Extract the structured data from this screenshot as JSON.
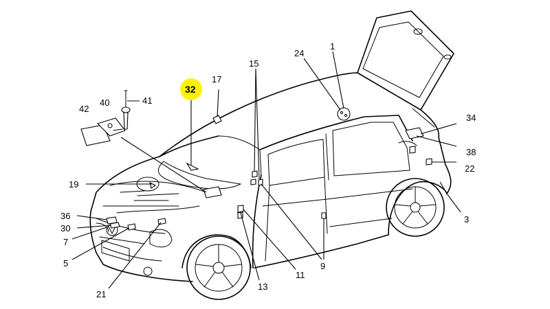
{
  "diagram": {
    "callouts": [
      "1",
      "3",
      "5",
      "7",
      "9",
      "11",
      "13",
      "15",
      "17",
      "19",
      "21",
      "22",
      "24",
      "30",
      "32",
      "34",
      "36",
      "38",
      "40",
      "41",
      "42"
    ],
    "highlighted": "32",
    "highlight_color": "#fff200",
    "line_color": "#000000"
  }
}
